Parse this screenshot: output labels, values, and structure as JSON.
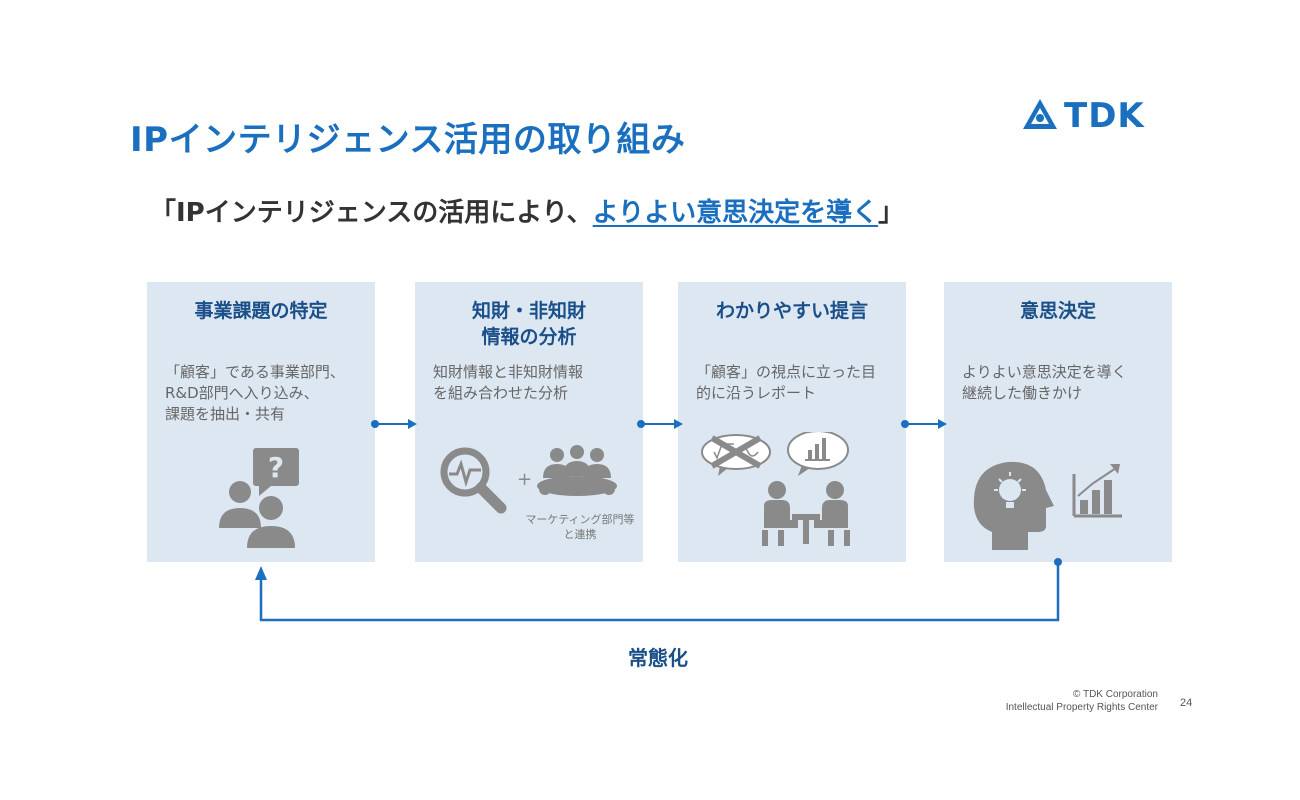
{
  "header": {
    "title": "IPインテリジェンス活用の取り組み",
    "logo_text": "TDK",
    "subtitle_prefix": "「IPインテリジェンスの活用により、",
    "subtitle_highlight": "よりよい意思決定を導く",
    "subtitle_suffix": "」"
  },
  "steps": [
    {
      "title": "事業課題の特定",
      "description": "「顧客」である事業部門、\nR&D部門へ入り込み、\n課題を抽出・共有",
      "icon": "consultation-question-icon"
    },
    {
      "title": "知財・非知財\n情報の分析",
      "description": "知財情報と非知財情報\nを組み合わせた分析",
      "icon": "analysis-magnifier-icon",
      "plus": "+",
      "note": "マーケティング部門等\nと連携"
    },
    {
      "title": "わかりやすい提言",
      "description": "「顧客」の視点に立った目\n的に沿うレポート",
      "icon": "meeting-report-icon"
    },
    {
      "title": "意思決定",
      "description": "よりよい意思決定を導く\n継続した働きかけ",
      "icon": "idea-head-chart-icon"
    }
  ],
  "loop_label": "常態化",
  "footer": {
    "copyright": "© TDK Corporation",
    "department": "Intellectual Property Rights Center",
    "page_number": "24"
  },
  "colors": {
    "brand_blue": "#1a6fbf",
    "box_bg": "#dde7f2",
    "icon_gray": "#8a8a8a"
  }
}
